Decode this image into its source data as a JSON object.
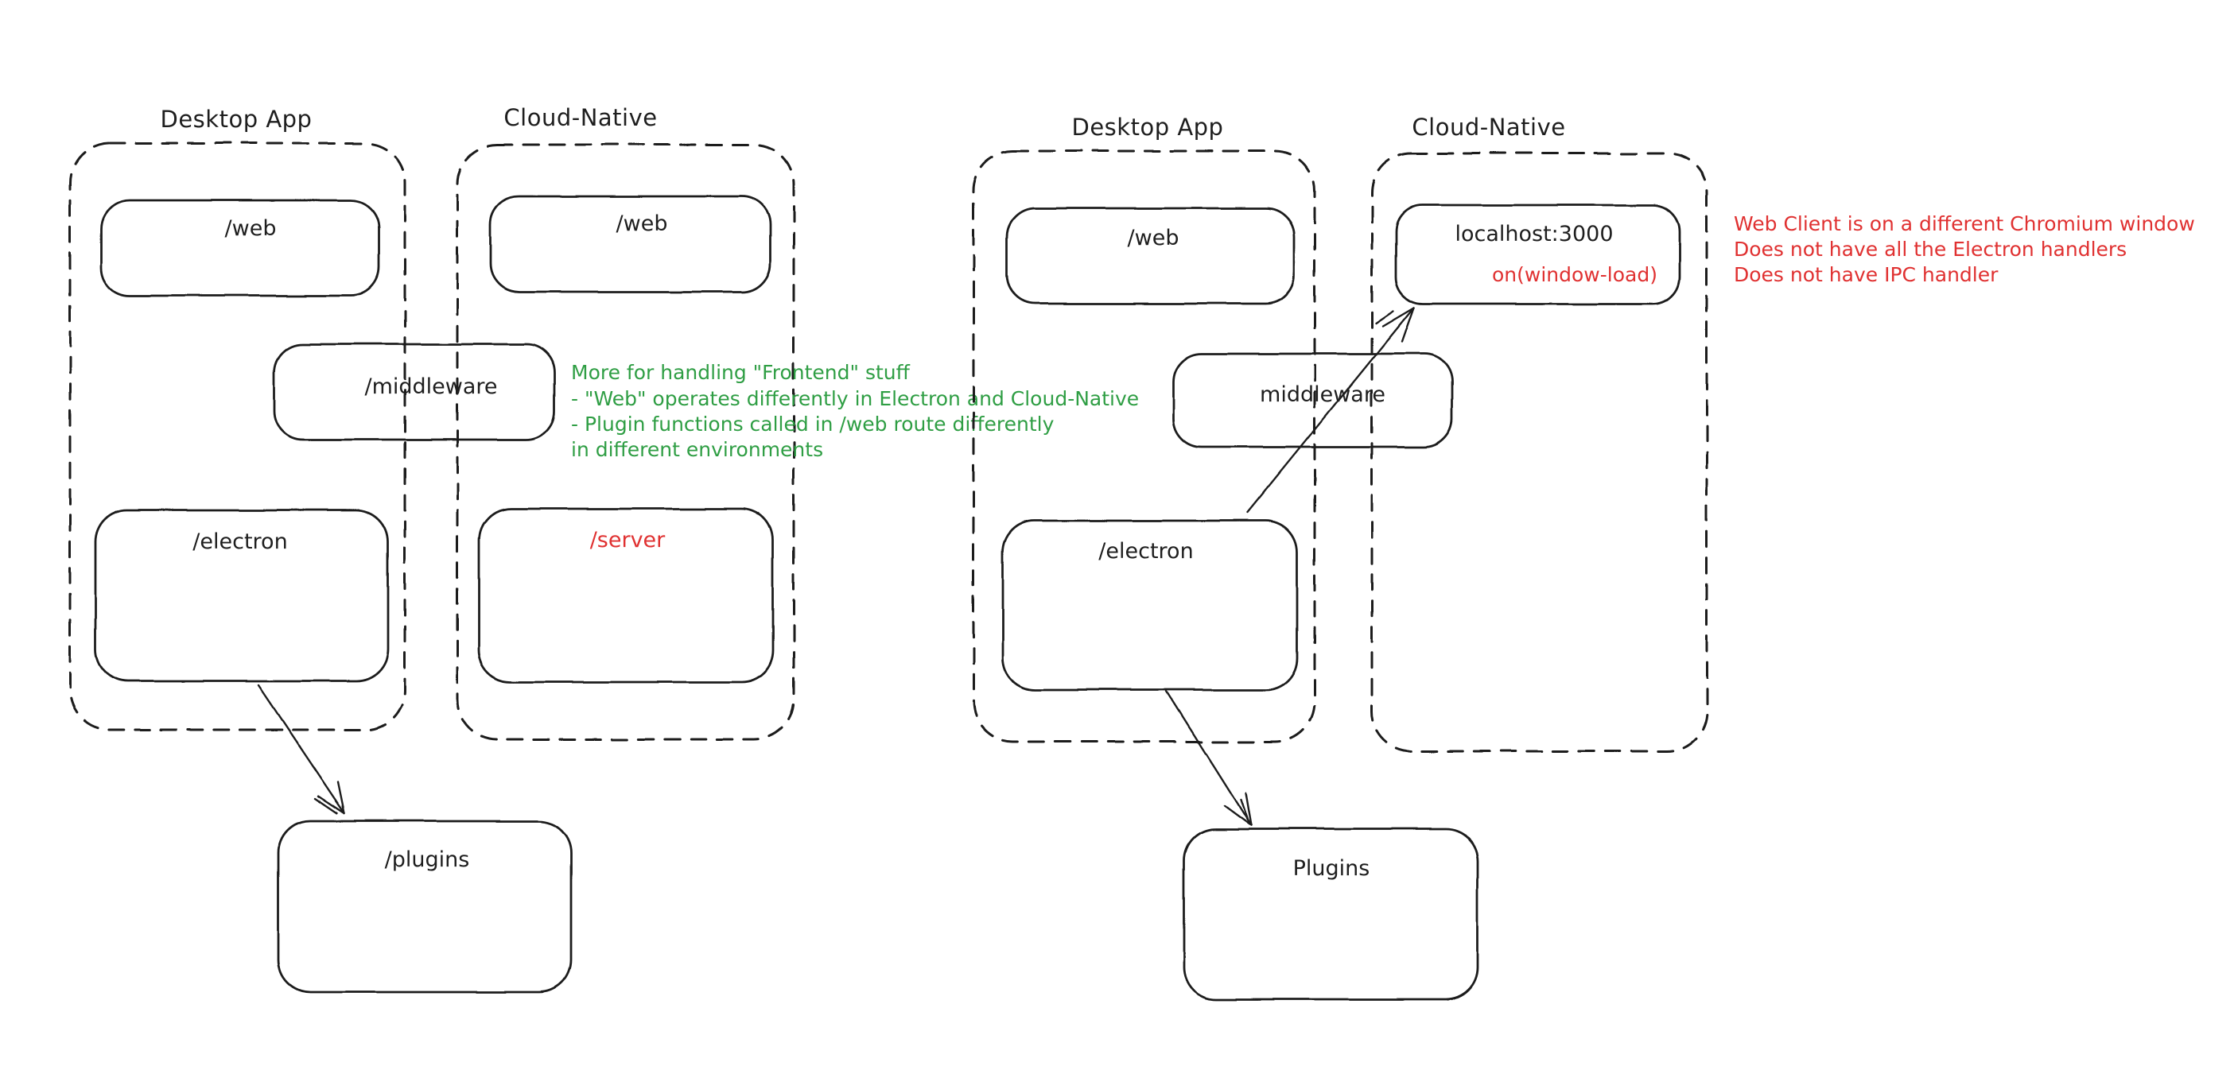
{
  "canvas": {
    "background": "#ffffff"
  },
  "palette": {
    "ink": "#1e1e1e",
    "green": "#2f9e44",
    "red": "#e03131"
  },
  "left_diagram": {
    "desktop_group_label": "Desktop App",
    "cloud_group_label": "Cloud-Native",
    "web_desktop_box": "/web",
    "web_cloud_box": "/web",
    "middleware_box": "/middleware",
    "electron_box": "/electron",
    "server_box": "/server",
    "plugins_box": "/plugins",
    "green_note_lines": [
      "More for handling \"Frontend\" stuff",
      "- \"Web\" operates differently in Electron and Cloud-Native",
      "- Plugin functions called in /web route differently",
      "in different environments"
    ]
  },
  "right_diagram": {
    "desktop_group_label": "Desktop App",
    "cloud_group_label": "Cloud-Native",
    "web_box": "/web",
    "localhost_box": "localhost:3000",
    "localhost_event": "on(window-load)",
    "middleware_box": "middleware",
    "electron_box": "/electron",
    "plugins_box": "Plugins",
    "red_note_lines": [
      "Web Client is on a different Chromium window",
      "Does not have all the Electron handlers",
      "Does not have IPC handler"
    ]
  }
}
